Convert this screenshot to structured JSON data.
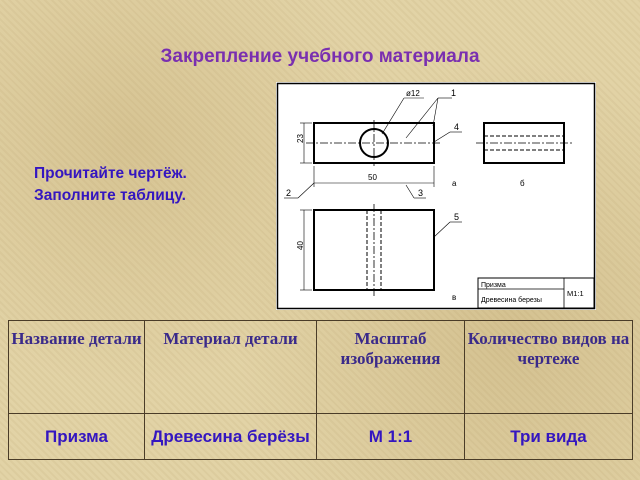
{
  "slide": {
    "title": "Закрепление учебного материала",
    "instructions": [
      "Прочитайте чертёж.",
      "Заполните таблицу."
    ]
  },
  "drawing": {
    "labels": {
      "diameter": "ø12",
      "callout_1": "1",
      "callout_2": "2",
      "callout_3": "3",
      "callout_4": "4",
      "callout_5": "5",
      "height_23": "23",
      "width_50": "50",
      "height_40": "40",
      "view_a": "а",
      "view_b": "б",
      "view_v": "в"
    },
    "title_block": {
      "name": "Призма",
      "material": "Древесина березы",
      "scale": "М1:1"
    }
  },
  "table": {
    "headers": [
      "Название детали",
      "Материал детали",
      "Масштаб изображения",
      "Количество видов на чертеже"
    ],
    "values": [
      "Призма",
      "Древесина берёзы",
      "М 1:1",
      "Три вида"
    ]
  },
  "colors": {
    "title": "#7a2fb0",
    "text_blue": "#3416c0",
    "background": "#e2d3a6"
  }
}
